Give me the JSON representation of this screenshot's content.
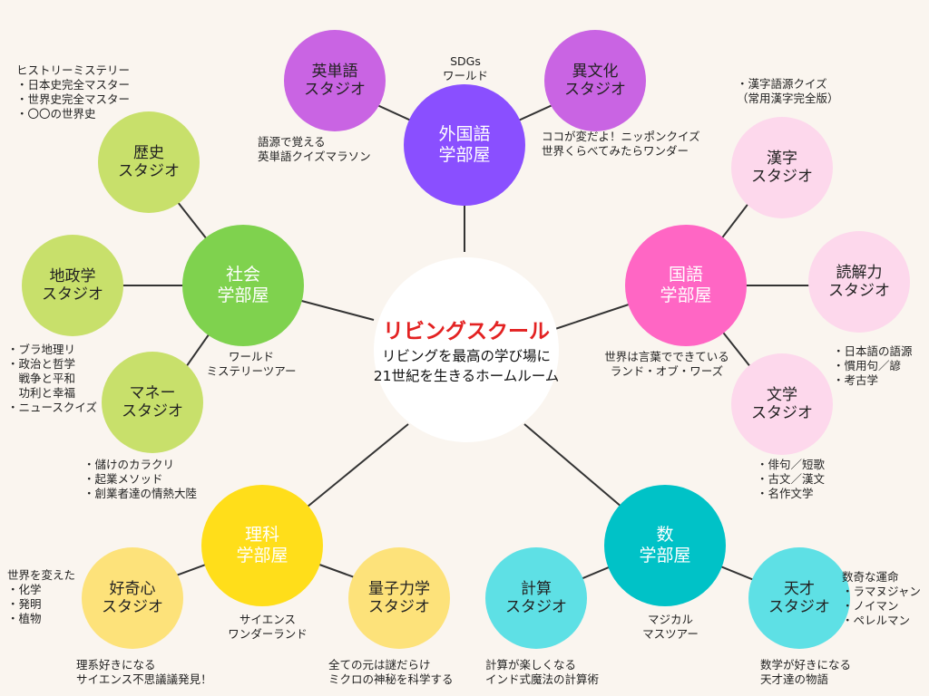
{
  "center": {
    "title": "リビングスクール",
    "line1": "リビングを最高の学び場に",
    "line2": "21世紀を生きるホームルーム"
  },
  "departments": {
    "foreign": {
      "line1": "外国語",
      "line2": "学部屋",
      "color": "#8a4fff",
      "caption": [
        "SDGs",
        "ワールド"
      ]
    },
    "social": {
      "line1": "社会",
      "line2": "学部屋",
      "color": "#7fd24e",
      "caption": [
        "ワールド",
        "ミステリーツアー"
      ]
    },
    "japanese": {
      "line1": "国語",
      "line2": "学部屋",
      "color": "#ff66c4",
      "caption": [
        "世界は言葉でできている",
        "ランド・オブ・ワーズ"
      ]
    },
    "science": {
      "line1": "理科",
      "line2": "学部屋",
      "color": "#ffde1a",
      "caption": [
        "サイエンス",
        "ワンダーランド"
      ]
    },
    "math": {
      "line1": "数",
      "line2": "学部屋",
      "color": "#00c2c7",
      "caption": [
        "マジカル",
        "マスツアー"
      ]
    }
  },
  "studios": {
    "english": {
      "line1": "英単語",
      "line2": "スタジオ",
      "color": "#c964e3",
      "notes": [
        "語源で覚える",
        "英単語クイズマラソン"
      ]
    },
    "culture": {
      "line1": "異文化",
      "line2": "スタジオ",
      "color": "#c964e3",
      "notes": [
        "ココが変だよ！ニッポンクイズ",
        "世界くらべてみたらワンダー"
      ]
    },
    "history": {
      "line1": "歴史",
      "line2": "スタジオ",
      "color": "#c8e06b",
      "notes": [
        "ヒストリーミステリー",
        "・日本史完全マスター",
        "・世界史完全マスター",
        "・〇〇の世界史"
      ]
    },
    "geopolitics": {
      "line1": "地政学",
      "line2": "スタジオ",
      "color": "#c8e06b",
      "notes": [
        "・ブラ地理リ",
        "・政治と哲学",
        "　戦争と平和",
        "　功利と幸福",
        "・ニュースクイズ"
      ]
    },
    "money": {
      "line1": "マネー",
      "line2": "スタジオ",
      "color": "#c8e06b",
      "notes": [
        "・儲けのカラクリ",
        "・起業メソッド",
        "・創業者達の情熱大陸"
      ]
    },
    "kanji": {
      "line1": "漢字",
      "line2": "スタジオ",
      "color": "#fdd8ec",
      "notes": [
        "・漢字語源クイズ",
        "（常用漢字完全版）"
      ]
    },
    "reading": {
      "line1": "読解力",
      "line2": "スタジオ",
      "color": "#fdd8ec",
      "notes": [
        "・日本語の語源",
        "・慣用句／諺",
        "・考古学"
      ]
    },
    "literature": {
      "line1": "文学",
      "line2": "スタジオ",
      "color": "#fdd8ec",
      "notes": [
        "・俳句／短歌",
        "・古文／漢文",
        "・名作文学"
      ]
    },
    "curiosity": {
      "line1": "好奇心",
      "line2": "スタジオ",
      "color": "#fde27a",
      "notes": [
        "世界を変えた",
        "・化学",
        "・発明",
        "・植物"
      ],
      "bottom": [
        "理系好きになる",
        "サイエンス不思議議発見！"
      ]
    },
    "quantum": {
      "line1": "量子力学",
      "line2": "スタジオ",
      "color": "#fde27a",
      "notes": [
        "全ての元は謎だらけ",
        "ミクロの神秘を科学する"
      ]
    },
    "calc": {
      "line1": "計算",
      "line2": "スタジオ",
      "color": "#5ee0e5",
      "notes": [
        "計算が楽しくなる",
        "インド式魔法の計算術"
      ]
    },
    "genius": {
      "line1": "天才",
      "line2": "スタジオ",
      "color": "#5ee0e5",
      "notes": [
        "数奇な運命",
        "・ラマヌジャン",
        "・ノイマン",
        "・ペレルマン"
      ],
      "bottom": [
        "数学が好きになる",
        "天才達の物語"
      ]
    }
  }
}
